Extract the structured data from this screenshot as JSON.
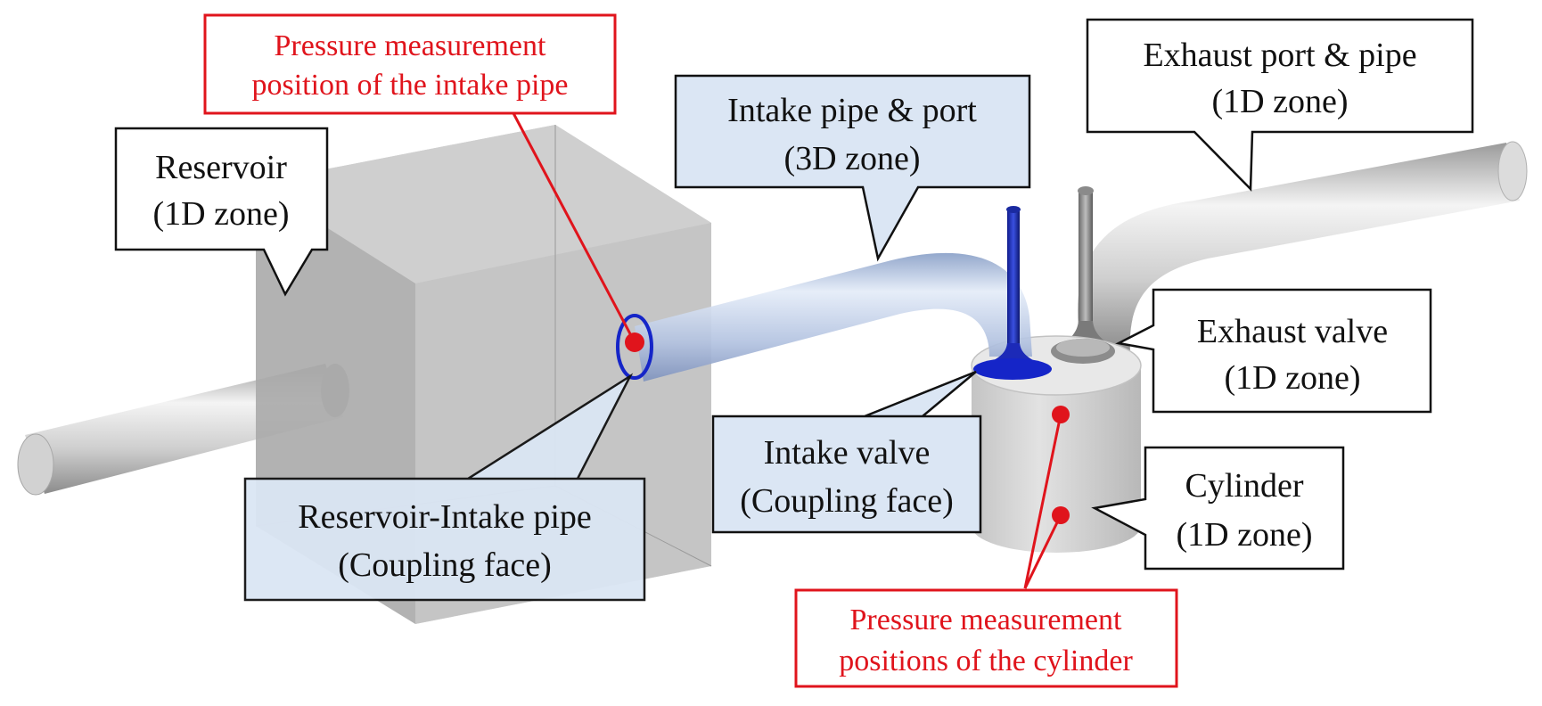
{
  "colors": {
    "red_accent": "#e0141c",
    "blue_coupling": "#1525c8",
    "label_blue_fill": "#dbe6f4",
    "reservoir_gray": "#b4b4b4",
    "pipe_gray": "#c8c8c8"
  },
  "labels": {
    "intake_pressure": {
      "line1": "Pressure measurement",
      "line2": "position of the intake pipe"
    },
    "reservoir": {
      "line1": "Reservoir",
      "line2": "(1D zone)"
    },
    "intake_pipe": {
      "line1": "Intake pipe & port",
      "line2": "(3D zone)"
    },
    "exhaust_pipe": {
      "line1": "Exhaust port & pipe",
      "line2": "(1D zone)"
    },
    "exhaust_valve": {
      "line1": "Exhaust valve",
      "line2": "(1D zone)"
    },
    "intake_valve": {
      "line1": "Intake valve",
      "line2": "(Coupling face)"
    },
    "cylinder": {
      "line1": "Cylinder",
      "line2": "(1D zone)"
    },
    "reservoir_intake": {
      "line1": "Reservoir-Intake pipe",
      "line2": "(Coupling face)"
    },
    "cylinder_pressure": {
      "line1": "Pressure measurement",
      "line2": "positions of the cylinder"
    }
  }
}
